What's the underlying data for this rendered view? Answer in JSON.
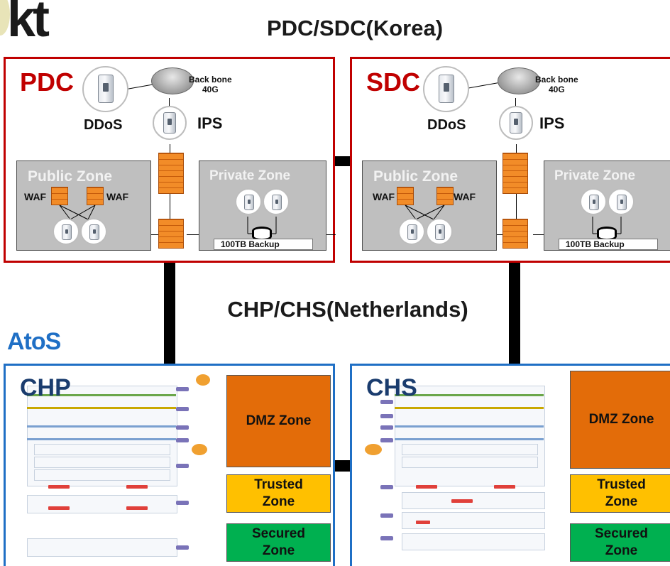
{
  "header": {
    "korea_title": "PDC/SDC(Korea)",
    "nl_title": "CHP/CHS(Netherlands)"
  },
  "logos": {
    "kt": "kt",
    "atos": "AtoS"
  },
  "pdc": {
    "label": "PDC",
    "ddos": "DDoS",
    "ips": "IPS",
    "backbone": "Back bone\n40G",
    "public_zone": "Public Zone",
    "private_zone": "Private Zone",
    "waf_left": "WAF",
    "waf_right": "WAF",
    "backup": "100TB Backup"
  },
  "sdc": {
    "label": "SDC",
    "ddos": "DDoS",
    "ips": "IPS",
    "backbone": "Back bone\n40G",
    "public_zone": "Public Zone",
    "private_zone": "Private Zone",
    "waf_left": "WAF",
    "waf_right": "WAF",
    "backup": "100TB Backup"
  },
  "chp": {
    "label": "CHP",
    "dmz": "DMZ Zone",
    "trusted": "Trusted Zone",
    "secured": "Secured Zone"
  },
  "chs": {
    "label": "CHS",
    "dmz": "DMZ Zone",
    "trusted": "Trusted Zone",
    "secured": "Secured Zone"
  },
  "colors": {
    "pdc_border": "#c00000",
    "atos_border": "#1f6fc5",
    "dmz": "#e36c09",
    "trusted": "#ffc000",
    "secured": "#00b050"
  }
}
